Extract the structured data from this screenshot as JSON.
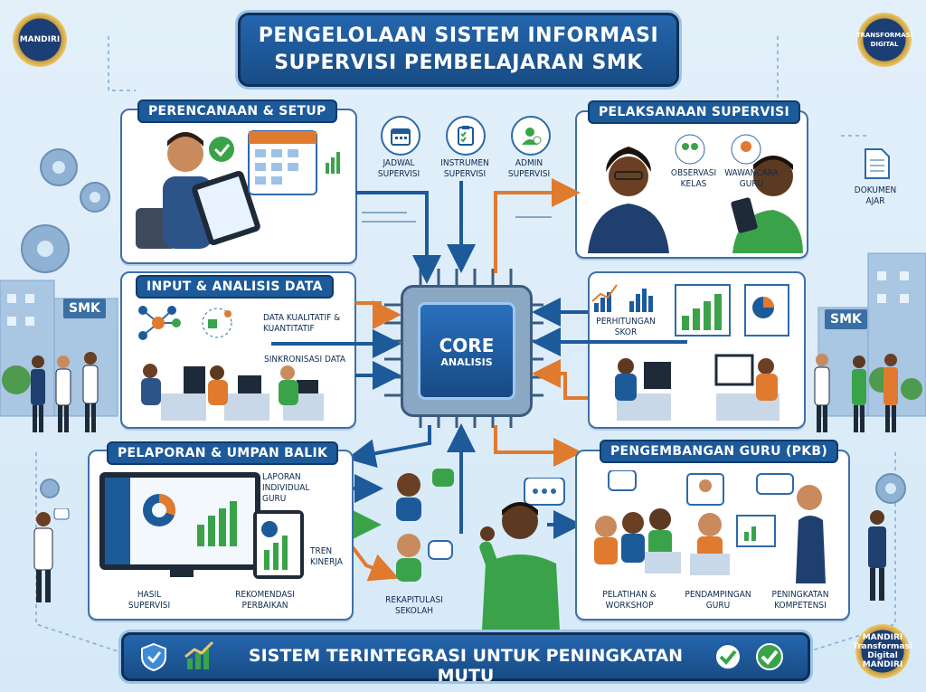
{
  "header": {
    "line1": "PENGELOLAAN SISTEM INFORMASI",
    "line2": "SUPERVISI PEMBELAJARAN SMK"
  },
  "badges": {
    "left": "MANDIRI",
    "right_line1": "TRANSFORMASI",
    "right_line2": "DIGITAL",
    "bottom_right_line1": "MANDIRI",
    "bottom_right_line2": "Transformasi Digital",
    "bottom_right_line3": "MANDIRI"
  },
  "core": {
    "line1": "CORE",
    "line2": "ANALISIS"
  },
  "panels": {
    "perencanaan": {
      "title": "PERENCANAAN & SETUP"
    },
    "pelaksanaan": {
      "title": "PELAKSANAAN SUPERVISI",
      "items": [
        "OBSERVASI KELAS",
        "WAWANCARA GURU"
      ]
    },
    "input": {
      "title": "INPUT & ANALISIS DATA",
      "items": [
        "DATA KUALITATIF & KUANTITATIF",
        "SINKRONISASI DATA"
      ]
    },
    "perhitungan": {
      "label": "PERHITUNGAN SKOR"
    },
    "pelaporan": {
      "title": "PELAPORAN & UMPAN BALIK",
      "items": [
        "LAPORAN INDIVIDUAL GURU",
        "TREN KINERJA",
        "HASIL SUPERVISI",
        "REKOMENDASI PERBAIKAN",
        "REKAPITULASI SEKOLAH"
      ]
    },
    "pkb": {
      "title": "PENGEMBANGAN GURU (PKB)",
      "items": [
        "PELATIHAN & WORKSHOP",
        "PENDAMPINGAN GURU",
        "PENINGKATAN KOMPETENSI"
      ]
    }
  },
  "top_icons": [
    {
      "label": "JADWAL SUPERVISI",
      "icon": "calendar-icon"
    },
    {
      "label": "INSTRUMEN SUPERVISI",
      "icon": "clipboard-icon"
    },
    {
      "label": "ADMIN SUPERVISI",
      "icon": "admin-icon"
    }
  ],
  "side_labels": {
    "dokumen": "DOKUMEN AJAR",
    "smk_left": "SMK",
    "smk_right": "SMK"
  },
  "footer": {
    "text": "SISTEM TERINTEGRASI UNTUK PENINGKATAN MUTU"
  },
  "colors": {
    "navy": "#1d5a9a",
    "orange": "#e07a2e",
    "green": "#3aa34a",
    "panel_border": "#3f6fa8"
  }
}
